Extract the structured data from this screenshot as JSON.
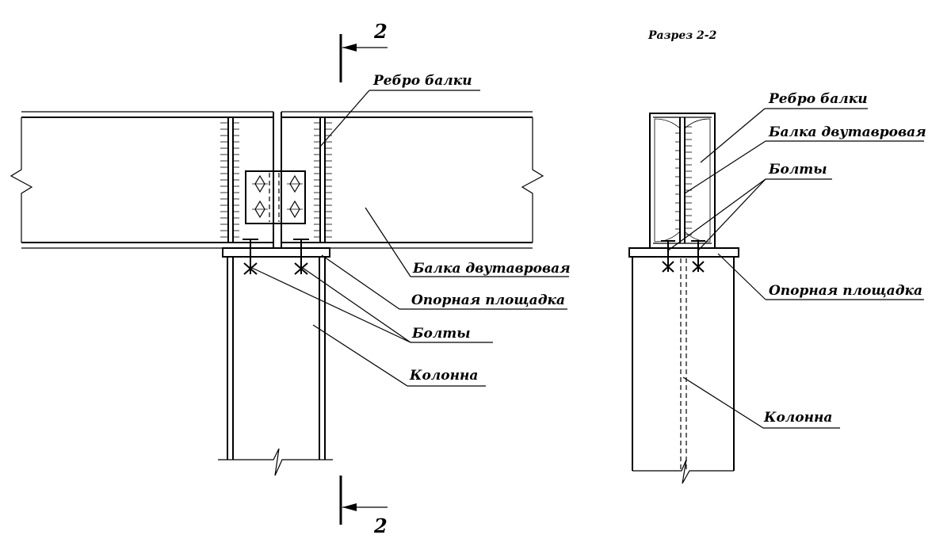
{
  "section": {
    "title": "Разрез 2-2",
    "mark_top": "2",
    "mark_bottom": "2"
  },
  "labels": {
    "left": {
      "rib": "Ребро балки",
      "beam": "Балка двутавровая",
      "plate": "Опорная площадка",
      "bolts": "Болты",
      "column": "Колонна"
    },
    "right": {
      "rib": "Ребро балки",
      "beam": "Балка двутавровая",
      "bolts": "Болты",
      "plate": "Опорная площадка",
      "column": "Колонна"
    }
  }
}
